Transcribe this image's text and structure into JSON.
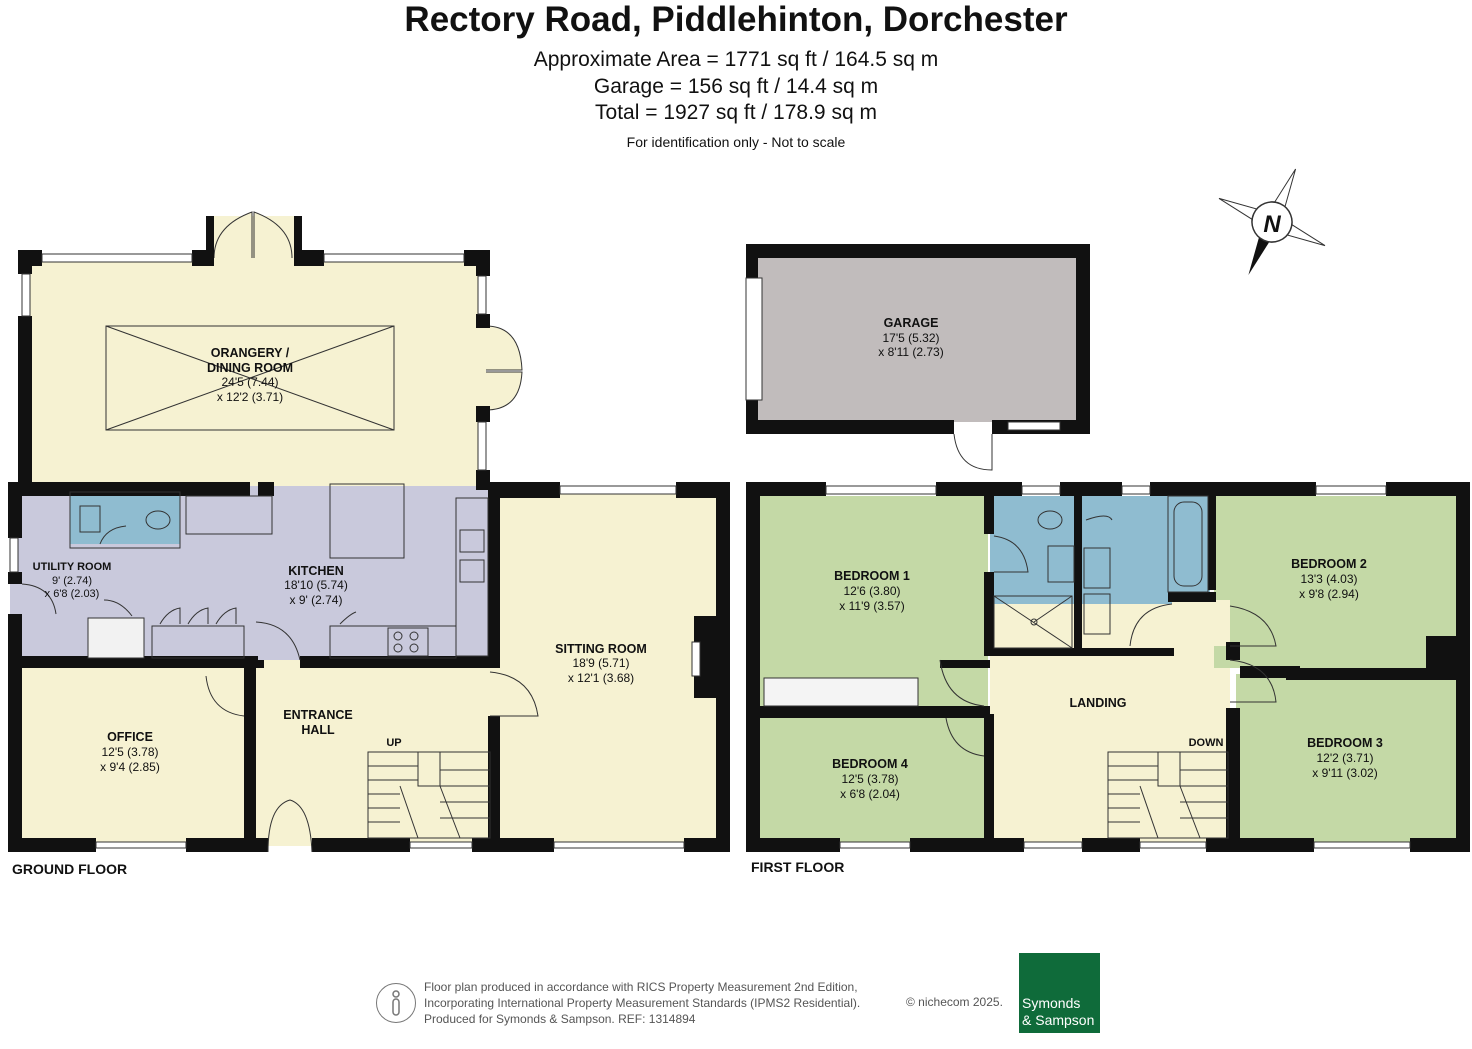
{
  "header": {
    "title": "Rectory Road, Piddlehinton, Dorchester",
    "area_line_1": "Approximate Area = 1771 sq ft / 164.5 sq m",
    "area_line_2": "Garage = 156 sq ft / 14.4 sq m",
    "area_line_3": "Total = 1927 sq ft / 178.9 sq m",
    "note": "For identification only - Not to scale"
  },
  "compass": {
    "label": "N",
    "icon": "north-arrow-compass-icon"
  },
  "floors": {
    "ground_label": "GROUND FLOOR",
    "first_label": "FIRST FLOOR"
  },
  "rooms": {
    "orangery": {
      "name_1": "ORANGERY /",
      "name_2": "DINING ROOM",
      "dim_1": "24'5 (7.44)",
      "dim_2": "x 12'2 (3.71)"
    },
    "utility": {
      "name": "UTILITY ROOM",
      "dim_1": "9' (2.74)",
      "dim_2": "x 6'8 (2.03)"
    },
    "kitchen": {
      "name": "KITCHEN",
      "dim_1": "18'10 (5.74)",
      "dim_2": "x 9' (2.74)"
    },
    "sitting": {
      "name": "SITTING ROOM",
      "dim_1": "18'9 (5.71)",
      "dim_2": "x 12'1 (3.68)"
    },
    "office": {
      "name": "OFFICE",
      "dim_1": "12'5 (3.78)",
      "dim_2": "x 9'4 (2.85)"
    },
    "entrance": {
      "name_1": "ENTRANCE",
      "name_2": "HALL",
      "stairs": "UP"
    },
    "garage": {
      "name": "GARAGE",
      "dim_1": "17'5 (5.32)",
      "dim_2": "x 8'11 (2.73)"
    },
    "bedroom1": {
      "name": "BEDROOM 1",
      "dim_1": "12'6 (3.80)",
      "dim_2": "x 11'9 (3.57)"
    },
    "bedroom2": {
      "name": "BEDROOM 2",
      "dim_1": "13'3 (4.03)",
      "dim_2": "x 9'8 (2.94)"
    },
    "bedroom3": {
      "name": "BEDROOM 3",
      "dim_1": "12'2 (3.71)",
      "dim_2": "x 9'11 (3.02)"
    },
    "bedroom4": {
      "name": "BEDROOM 4",
      "dim_1": "12'5 (3.78)",
      "dim_2": "x 6'8 (2.04)"
    },
    "landing": {
      "name": "LANDING",
      "stairs": "DOWN"
    }
  },
  "colors": {
    "wall": "#111111",
    "cream": "#f6f2d2",
    "kitchen": "#c9c9dc",
    "bathroom": "#8fbcd0",
    "bedroom": "#c4d9a6",
    "garage": "#c1bcbc",
    "brand": "#0f6b3a"
  },
  "footer": {
    "line_1": "Floor plan produced in accordance with RICS Property Measurement 2nd Edition,",
    "line_2": "Incorporating International Property Measurement Standards (IPMS2 Residential).",
    "line_3": "Produced for Symonds & Sampson.    REF:  1314894",
    "copyright": "© nichecom 2025.",
    "logo_line_1": "Symonds",
    "logo_line_2": "& Sampson"
  }
}
